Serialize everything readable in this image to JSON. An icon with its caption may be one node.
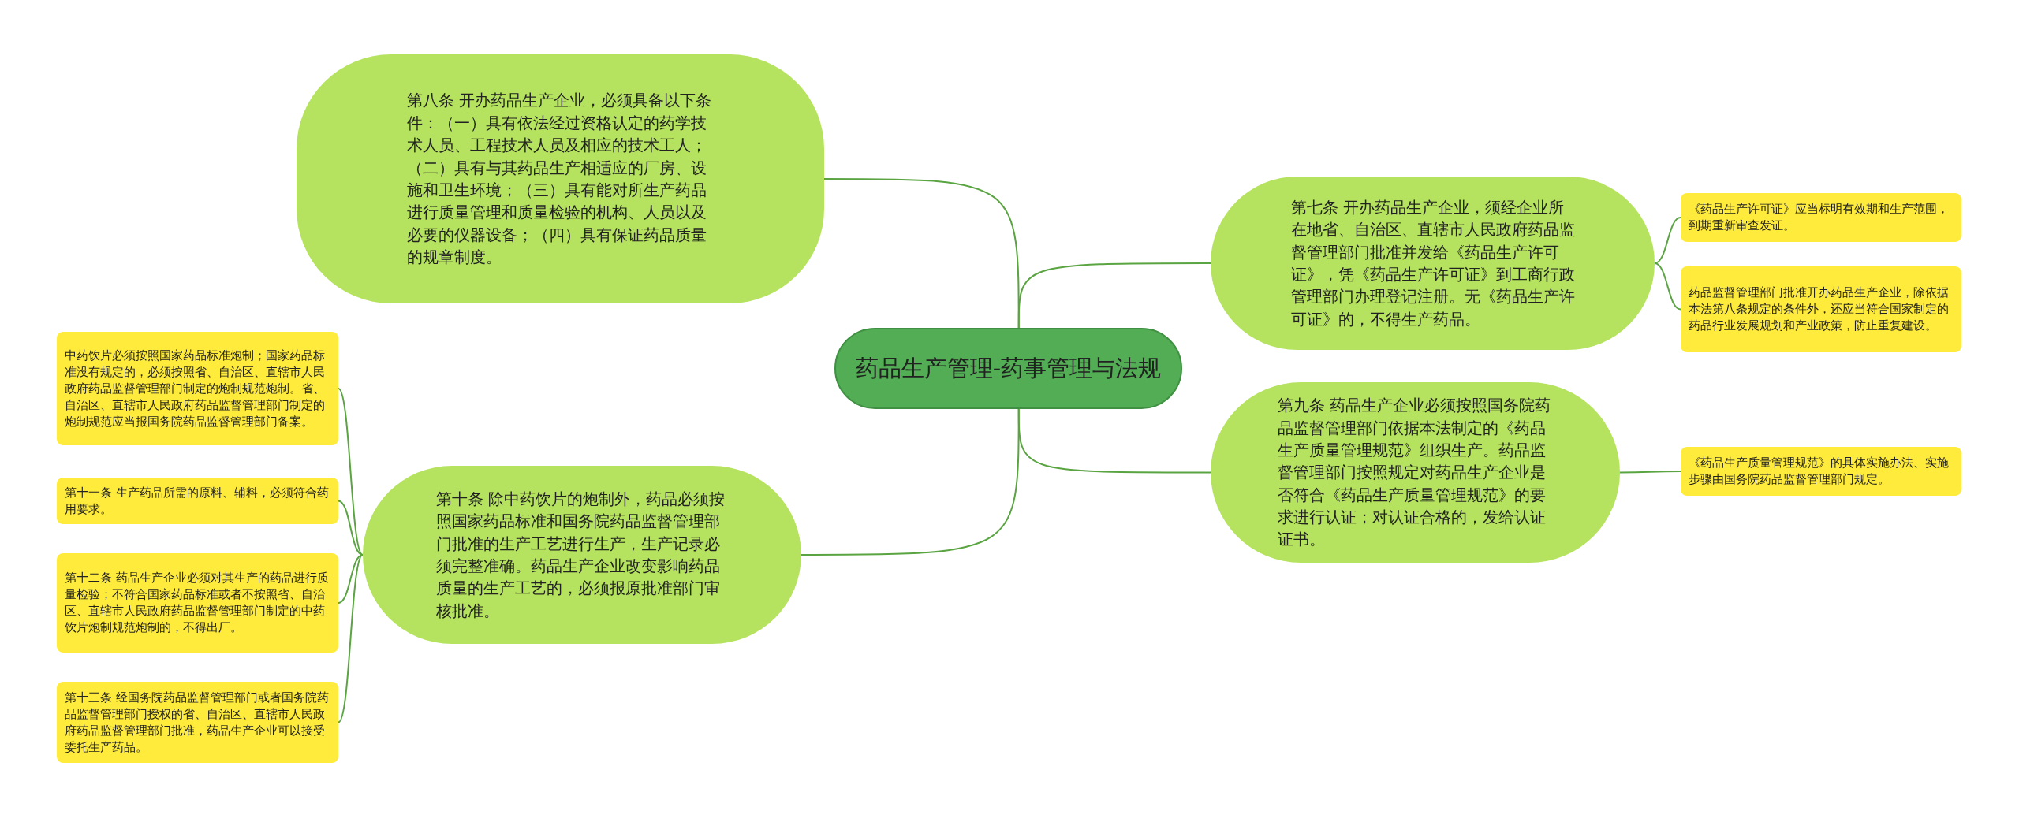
{
  "diagram": {
    "nodes": [
      {
        "text": [
          "药品生产管理-药事管理与法规"
        ]
      },
      {
        "text": [
          "第八条 开办药品生产企业，必须具备以下条件：（一）具有依法经过资格认定的药学技术人员、工程技术人员及相应的技术工人；（二）具有与其药品生产相适应的厂房、设施和卫生环境；（三）具有能对所生产药品进行质量管理和质量检验的机构、人员以及必要的仪器设备；（四）具有保证药品质量的规章制度。"
        ]
      },
      {
        "text": [
          "第七条 开办药品生产企业，须经企业所在地省、自治区、直辖市人民政府药品监督管理部门批准并发给《药品生产许可证》，凭《药品生产许可证》到工商行政管理部门办理登记注册。无《药品生产许可证》的，不得生产药品。"
        ]
      },
      {
        "text": [
          "《药品生产许可证》应当标明有效期和生产范围，到期重新审查发证。"
        ]
      },
      {
        "text": [
          "药品监督管理部门批准开办药品生产企业，除依据本法第八条规定的条件外，还应当符合国家制定的药品行业发展规划和产业政策，防止重复建设。"
        ]
      },
      {
        "text": [
          "第九条 药品生产企业必须按照国务院药品监督管理部门依据本法制定的《药品生产质量管理规范》组织生产。药品监督管理部门按照规定对药品生产企业是否符合《药品生产质量管理规范》的要求进行认证；对认证合格的，发给认证证书。"
        ]
      },
      {
        "text": [
          "《药品生产质量管理规范》的具体实施办法、实施步骤由国务院药品监督管理部门规定。"
        ]
      },
      {
        "text": [
          "第十条 除中药饮片的炮制外，药品必须按照国家药品标准和国务院药品监督管理部门批准的生产工艺进行生产，生产记录必须完整准确。药品生产企业改变影响药品质量的生产工艺的，必须报原批准部门审核批准。"
        ]
      },
      {
        "text": [
          "中药饮片必须按照国家药品标准炮制；国家药品标准没有规定的，必须按照省、自治区、直辖市人民政府药品监督管理部门制定的炮制规范炮制。省、自治区、直辖市人民政府药品监督管理部门制定的炮制规范应当报国务院药品监督管理部门备案。"
        ]
      },
      {
        "text": [
          "第十一条 生产药品所需的原料、辅料，必须符合药用要求。"
        ]
      },
      {
        "text": [
          "第十二条 药品生产企业必须对其生产的药品进行质量检验；不符合国家药品标准或者不按照省、自治区、直辖市人民政府药品监督管理部门制定的中药饮片炮制规范炮制的，不得出厂。"
        ]
      },
      {
        "text": [
          "第十三条 经国务院药品监督管理部门或者国务院药品监督管理部门授权的省、自治区、直辖市人民政府药品监督管理部门批准，药品生产企业可以接受委托生产药品。"
        ]
      }
    ],
    "edges": [
      {
        "from": 0,
        "to": 1,
        "arrow": "none"
      },
      {
        "from": 0,
        "to": 2,
        "arrow": "none"
      },
      {
        "from": 2,
        "to": 3,
        "arrow": "none"
      },
      {
        "from": 2,
        "to": 4,
        "arrow": "none"
      },
      {
        "from": 0,
        "to": 5,
        "arrow": "none"
      },
      {
        "from": 5,
        "to": 6,
        "arrow": "none"
      },
      {
        "from": 0,
        "to": 7,
        "arrow": "none"
      },
      {
        "from": 7,
        "to": 8,
        "arrow": "none"
      },
      {
        "from": 7,
        "to": 9,
        "arrow": "none"
      },
      {
        "from": 7,
        "to": 10,
        "arrow": "none"
      },
      {
        "from": 7,
        "to": 11,
        "arrow": "none"
      }
    ]
  }
}
